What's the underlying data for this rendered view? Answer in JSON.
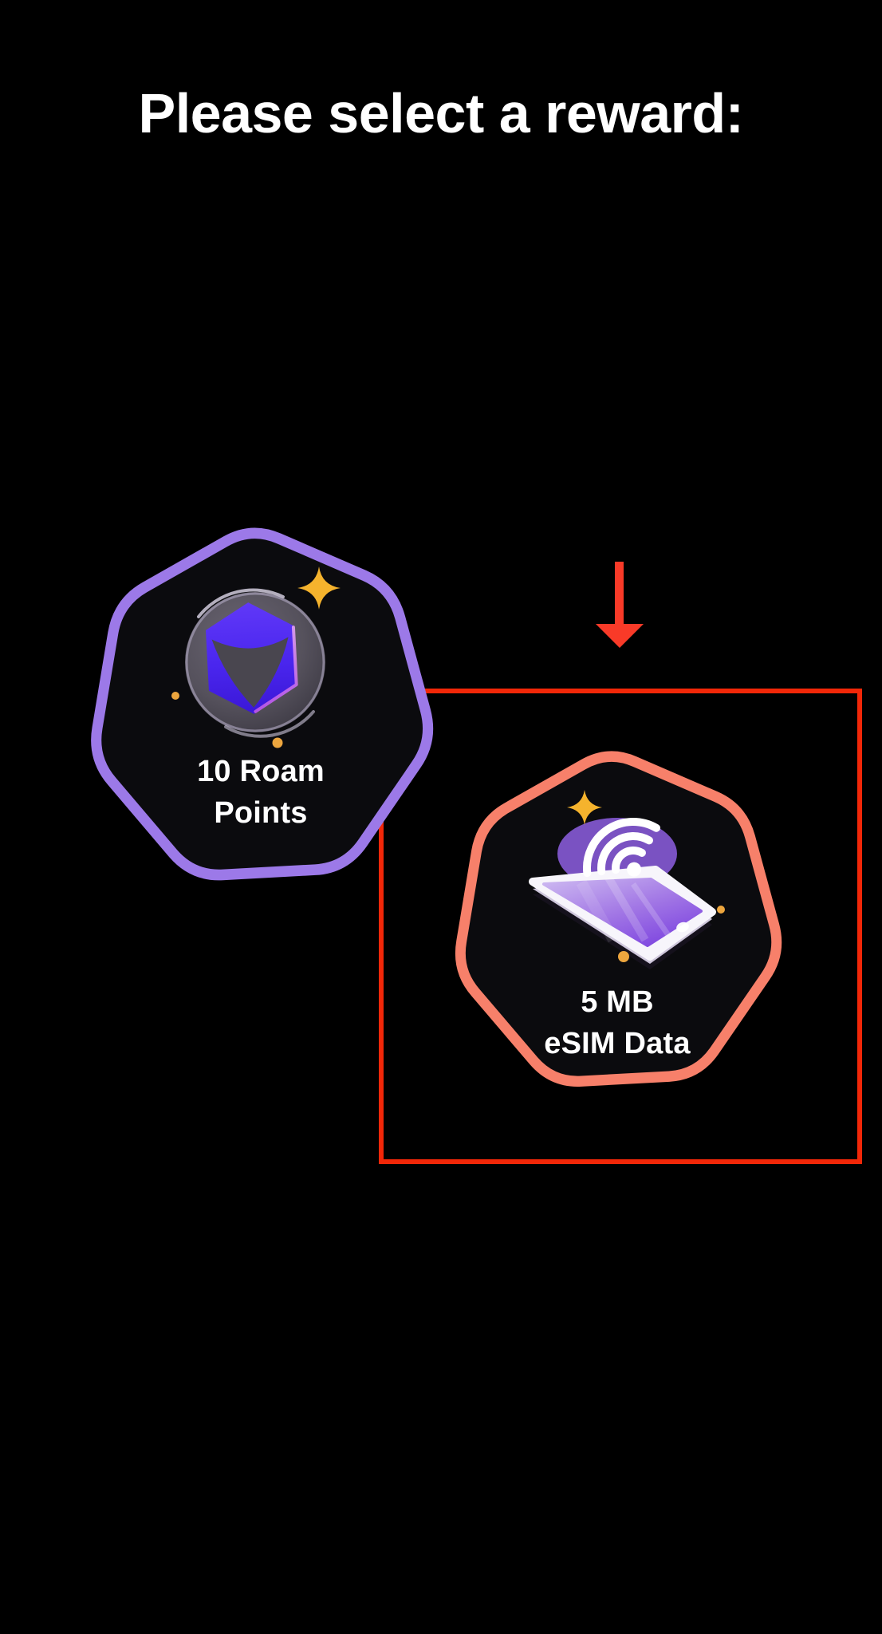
{
  "title": "Please select a reward:",
  "rewards": [
    {
      "name": "10 Roam Points",
      "label_line1": "10 Roam",
      "label_line2": "Points",
      "border_color": "#9c79e8",
      "icon": "roam-cube-coin"
    },
    {
      "name": "5 MB eSIM Data",
      "label_line1": "5 MB",
      "label_line2": "eSIM Data",
      "border_color": "#f7806a",
      "icon": "esim-phone-wifi"
    }
  ],
  "annotation": {
    "arrow_color": "#f93a28",
    "box_color": "#f22708"
  },
  "colors": {
    "background": "#000000",
    "text": "#ffffff",
    "badge_fill": "#0b0b0e",
    "sparkle_gold": "#f5b32d",
    "dot_gold": "#eda63e"
  }
}
